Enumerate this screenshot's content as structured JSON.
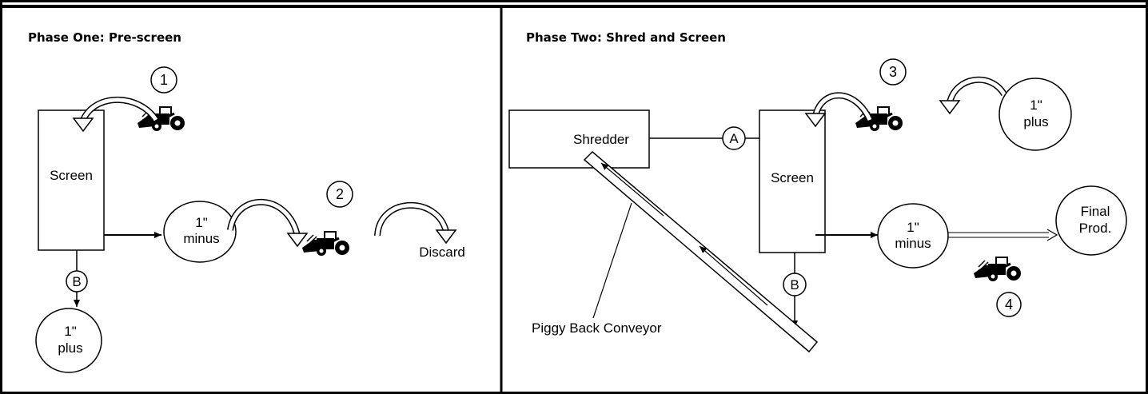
{
  "phase_one": {
    "title": "Phase One: Pre-screen",
    "screen_label": "Screen",
    "minus_circle": {
      "line1": "1\"",
      "line2": "minus"
    },
    "plus_circle": {
      "line1": "1\"",
      "line2": "plus"
    },
    "discard_label": "Discard",
    "step_1": "1",
    "step_2": "2",
    "marker_b": "B"
  },
  "phase_two": {
    "title": "Phase Two: Shred and Screen",
    "shredder_label": "Shredder",
    "screen_label": "Screen",
    "marker_a": "A",
    "marker_b": "B",
    "step_3": "3",
    "step_4": "4",
    "plus_circle": {
      "line1": "1\"",
      "line2": "plus"
    },
    "minus_circle": {
      "line1": "1\"",
      "line2": "minus"
    },
    "final_circle": {
      "line1": "Final",
      "line2": "Prod."
    },
    "conveyor_label": "Piggy Back Conveyor"
  },
  "colors": {
    "ink": "#000000",
    "background": "#ffffff"
  },
  "icons": [
    "front-loader-icon"
  ]
}
